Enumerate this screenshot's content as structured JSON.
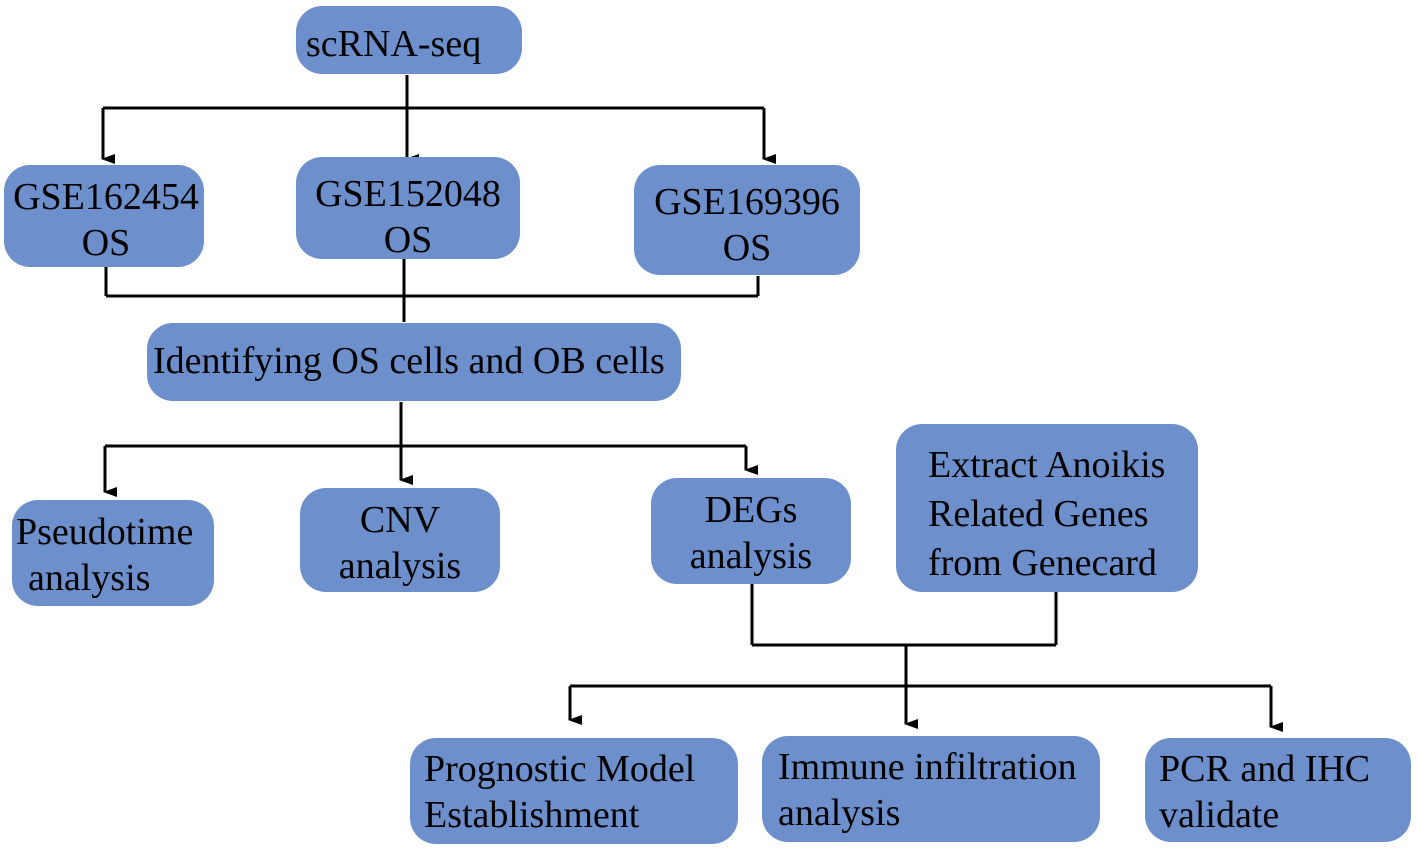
{
  "diagram": {
    "nodes": [
      {
        "id": "scrna",
        "lines": [
          "scRNA-seq"
        ]
      },
      {
        "id": "gse162454",
        "lines": [
          "GSE162454",
          "OS"
        ]
      },
      {
        "id": "gse152048",
        "lines": [
          "GSE152048",
          "OS"
        ]
      },
      {
        "id": "gse169396",
        "lines": [
          "GSE169396",
          "OS"
        ]
      },
      {
        "id": "identify",
        "lines": [
          "Identifying OS cells and OB cells"
        ]
      },
      {
        "id": "pseudotime",
        "lines": [
          "Pseudotime",
          "analysis"
        ]
      },
      {
        "id": "cnv",
        "lines": [
          "CNV",
          "analysis"
        ]
      },
      {
        "id": "degs",
        "lines": [
          "DEGs",
          "analysis"
        ]
      },
      {
        "id": "anoikis",
        "lines": [
          "Extract Anoikis",
          "Related Genes",
          "from Genecard"
        ]
      },
      {
        "id": "prognostic",
        "lines": [
          "Prognostic Model",
          "Establishment"
        ]
      },
      {
        "id": "immune",
        "lines": [
          "Immune infiltration",
          "analysis"
        ]
      },
      {
        "id": "pcr",
        "lines": [
          "PCR and IHC",
          "validate"
        ]
      }
    ]
  },
  "colors": {
    "box_fill": "#6d8fcc",
    "line": "#000000",
    "text": "#000000"
  }
}
